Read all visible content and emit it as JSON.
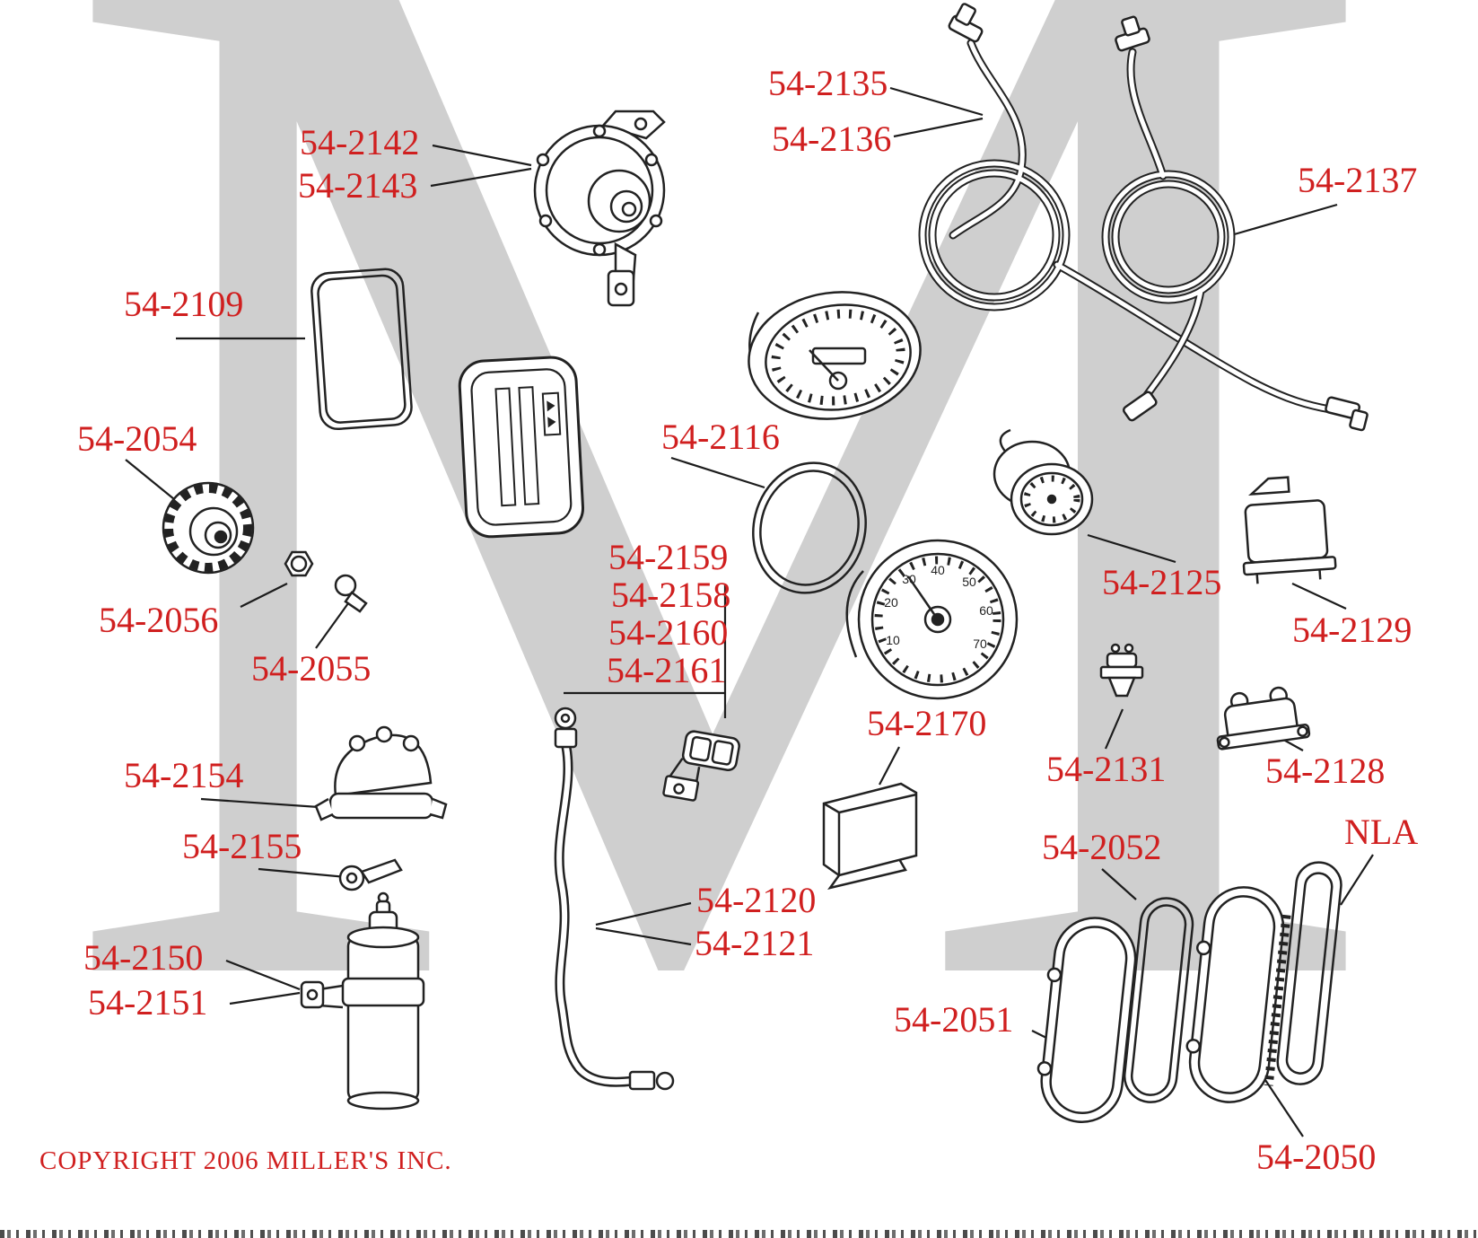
{
  "watermark": "M",
  "copyright": "COPYRIGHT 2006 MILLER'S INC.",
  "colors": {
    "label_red": "#d01f1f",
    "line_black": "#1c1c1c",
    "watermark_gray": "#cfcfcf"
  },
  "tach_numbers": [
    "10",
    "20",
    "30",
    "40",
    "50",
    "60",
    "70"
  ],
  "labels": [
    {
      "text": "54-2135"
    },
    {
      "text": "54-2136"
    },
    {
      "text": "54-2142"
    },
    {
      "text": "54-2143"
    },
    {
      "text": "54-2137"
    },
    {
      "text": "54-2109"
    },
    {
      "text": "54-2054"
    },
    {
      "text": "54-2116"
    },
    {
      "text": "54-2159"
    },
    {
      "text": "54-2158"
    },
    {
      "text": "54-2160"
    },
    {
      "text": "54-2161"
    },
    {
      "text": "54-2125"
    },
    {
      "text": "54-2056"
    },
    {
      "text": "54-2129"
    },
    {
      "text": "54-2055"
    },
    {
      "text": "54-2170"
    },
    {
      "text": "54-2131"
    },
    {
      "text": "54-2128"
    },
    {
      "text": "54-2154"
    },
    {
      "text": "54-2155"
    },
    {
      "text": "NLA"
    },
    {
      "text": "54-2052"
    },
    {
      "text": "54-2120"
    },
    {
      "text": "54-2121"
    },
    {
      "text": "54-2150"
    },
    {
      "text": "54-2151"
    },
    {
      "text": "54-2051"
    },
    {
      "text": "54-2050"
    }
  ]
}
